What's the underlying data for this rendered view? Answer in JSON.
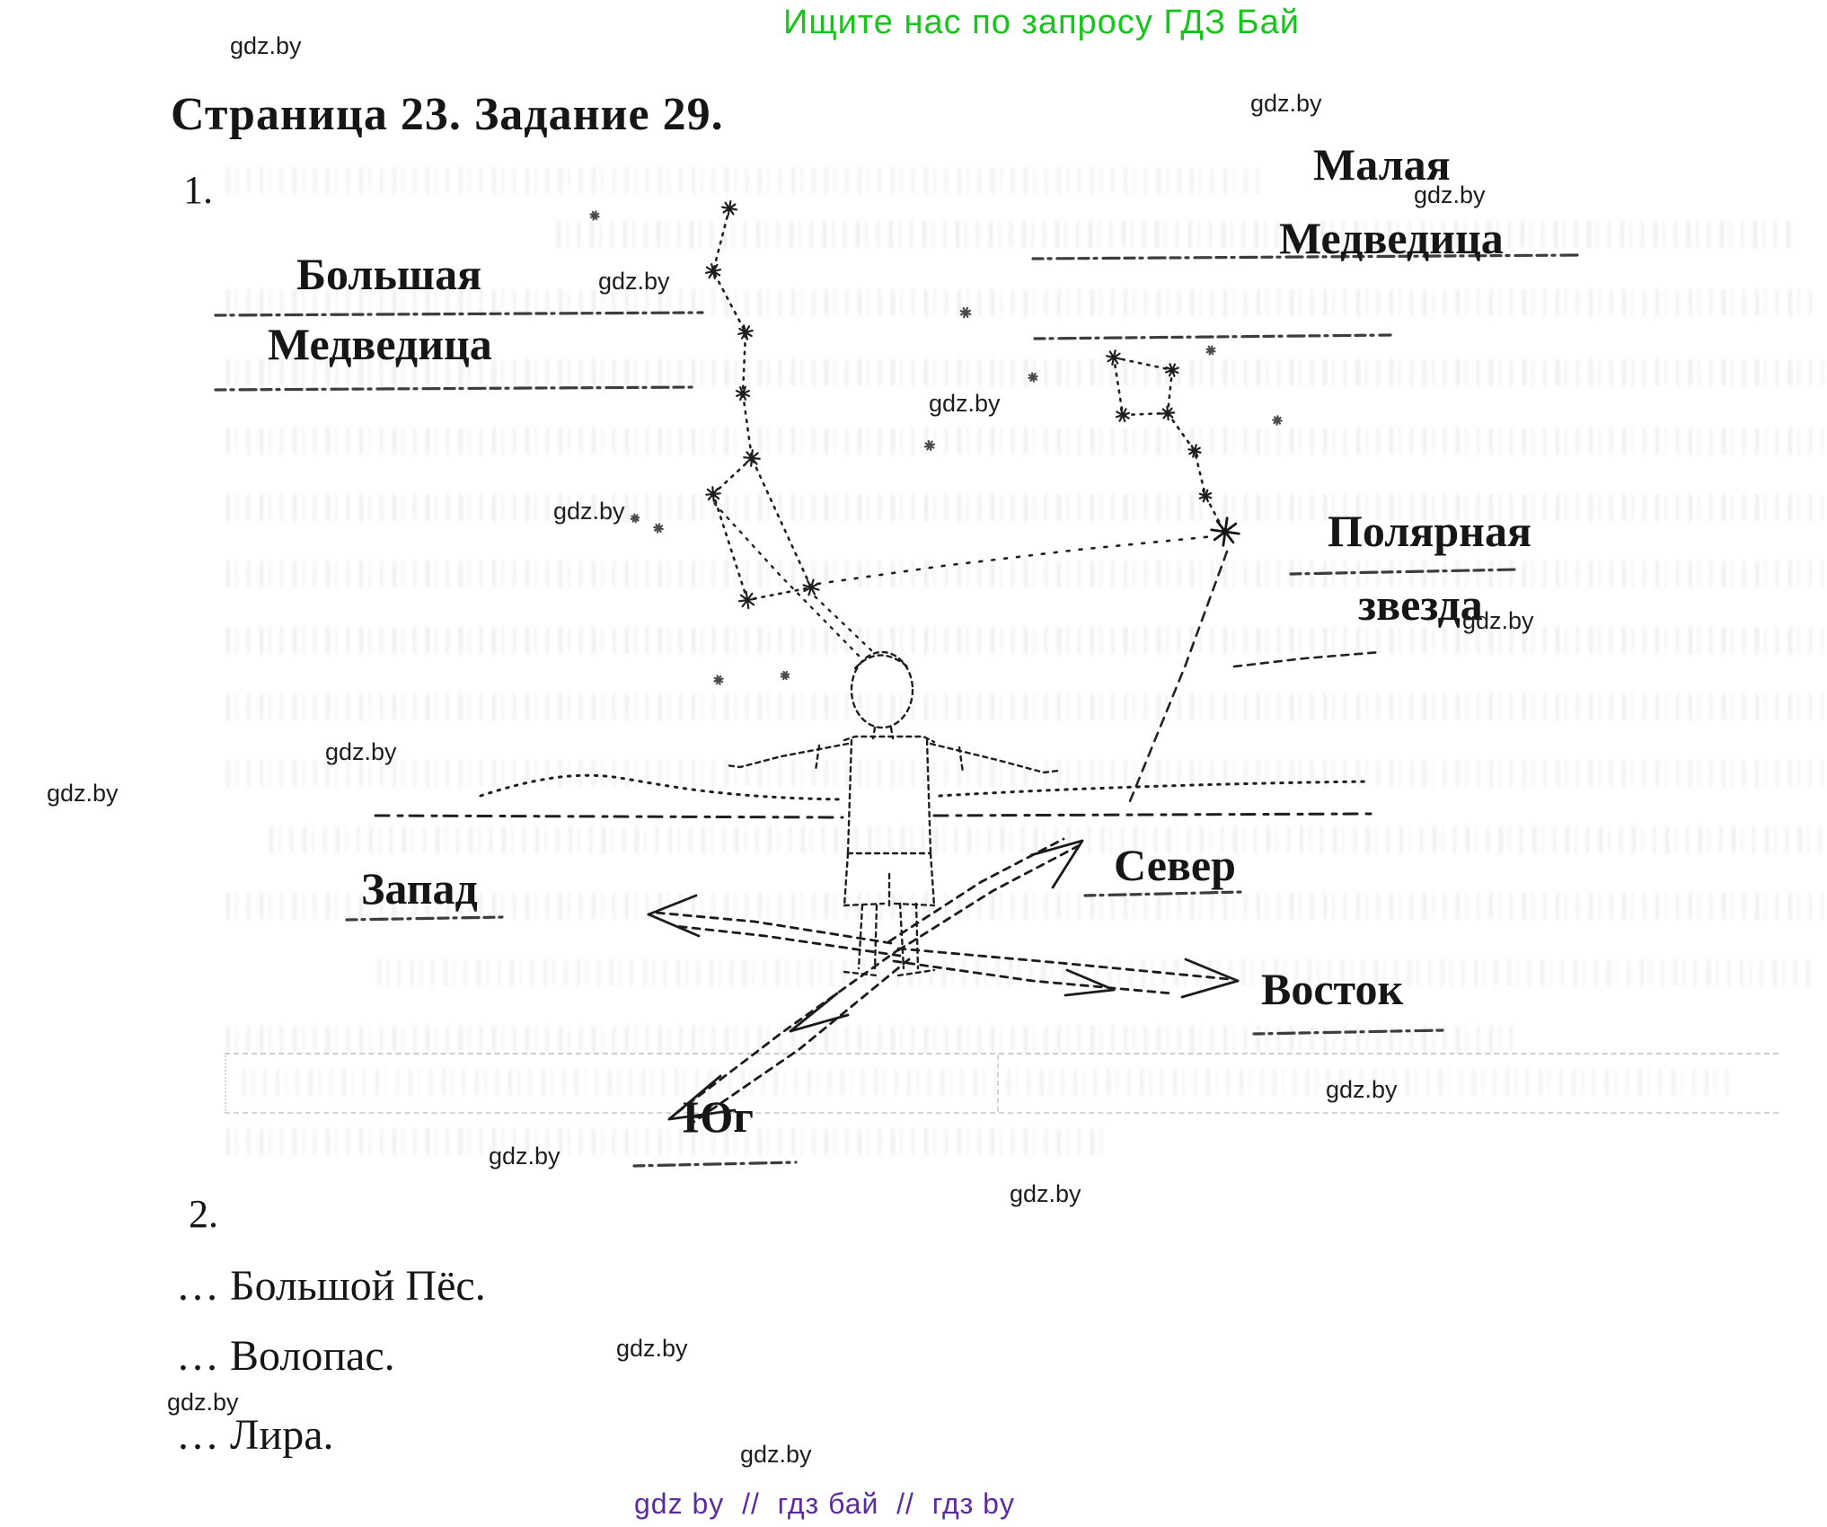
{
  "header": {
    "promo": "Ищите нас по запросу ГДЗ Бай"
  },
  "page": {
    "title": "Страница 23. Задание 29.",
    "item1_no": "1.",
    "item2_no": "2."
  },
  "watermark": {
    "text": "gdz.by"
  },
  "diagram": {
    "big_dipper_label": {
      "line1": "Большая",
      "line2": "Медведица"
    },
    "little_dipper_label": {
      "line1": "Малая",
      "line2": "Медведица"
    },
    "polaris_label": {
      "line1": "Полярная",
      "line2": "звезда"
    },
    "directions": {
      "north": "Север",
      "south": "Юг",
      "west": "Запад",
      "east": "Восток"
    }
  },
  "answers": [
    "… Большой Пёс.",
    "… Волопас.",
    "… Лира."
  ],
  "footer": {
    "watermark": "gdz.by",
    "links": "gdz by  //  гдз бай  //  гдз by"
  },
  "colors": {
    "promo_green": "#17c41c",
    "footer_purple": "#5c2b9c",
    "ink": "#161616"
  }
}
